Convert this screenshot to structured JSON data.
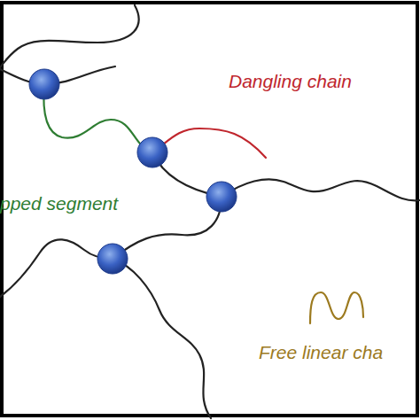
{
  "diagram": {
    "labels": [
      "Dangling chain",
      "pped segment",
      "Free linear cha"
    ]
  }
}
